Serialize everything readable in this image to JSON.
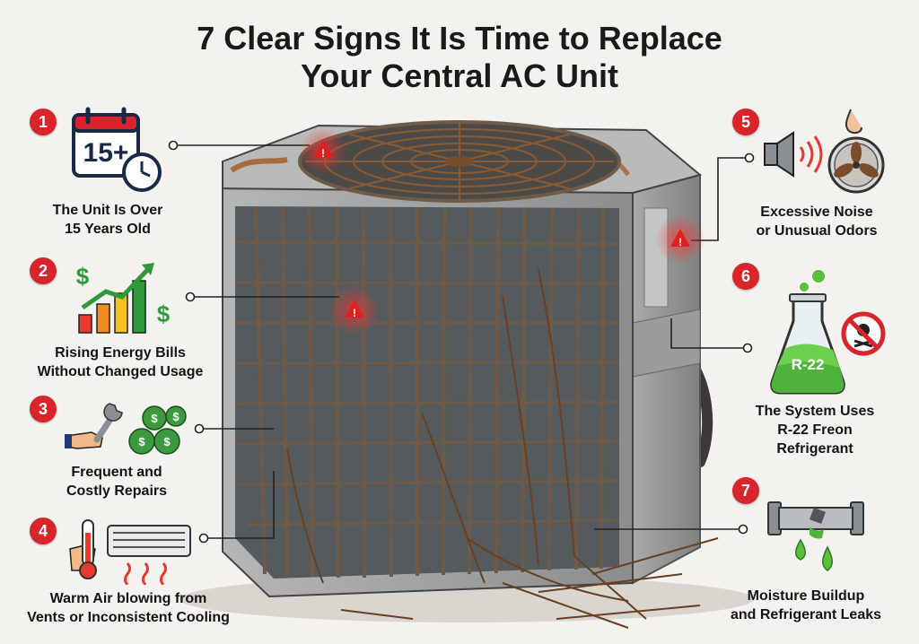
{
  "title_line1": "7 Clear Signs It Is Time to Replace",
  "title_line2": "Your Central AC Unit",
  "signs": [
    {
      "number": "1",
      "line1": "The Unit Is Over",
      "line2": "15 Years Old",
      "icon_text": "15+"
    },
    {
      "number": "2",
      "line1": "Rising Energy Bills",
      "line2": "Without Changed Usage",
      "icon_text": "$"
    },
    {
      "number": "3",
      "line1": "Frequent and",
      "line2": "Costly Repairs",
      "icon_text": "$"
    },
    {
      "number": "4",
      "line1": "Warm Air blowing from",
      "line2": "Vents or Inconsistent Cooling"
    },
    {
      "number": "5",
      "line1": "Excessive Noise",
      "line2": "or Unusual Odors"
    },
    {
      "number": "6",
      "line1": "The System Uses",
      "line2": "R-22 Freon",
      "line3": "Refrigerant",
      "icon_text": "R-22"
    },
    {
      "number": "7",
      "line1": "Moisture Buildup",
      "line2": "and Refrigerant Leaks"
    }
  ],
  "colors": {
    "badge": "#d8242b",
    "warning": "#e02020",
    "unit_metal": "#9a9c9c",
    "grill": "#6e5a48"
  }
}
